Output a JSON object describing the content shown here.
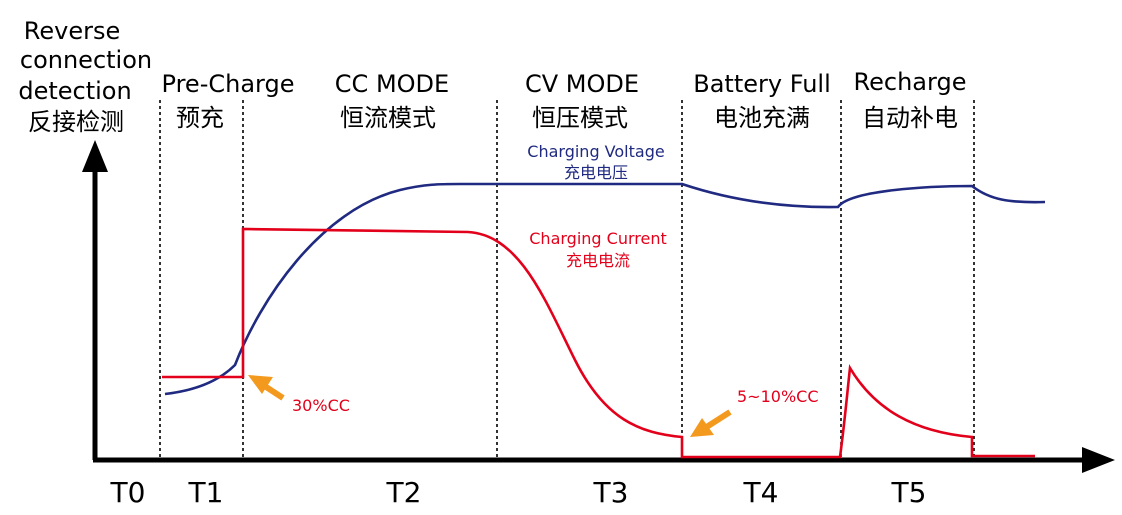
{
  "colors": {
    "voltage": "#1f2a80",
    "current": "#e3001b",
    "arrow": "#f39a1e",
    "axis": "#000000"
  },
  "phases": [
    {
      "en_lines": [
        "Reverse",
        "connection",
        "detection"
      ],
      "zh": "反接检测"
    },
    {
      "en_lines": [
        "Pre-Charge"
      ],
      "zh": "预充"
    },
    {
      "en_lines": [
        "CC MODE"
      ],
      "zh": "恒流模式"
    },
    {
      "en_lines": [
        "CV MODE"
      ],
      "zh": "恒压模式"
    },
    {
      "en_lines": [
        "Battery Full"
      ],
      "zh": "电池充满"
    },
    {
      "en_lines": [
        "Recharge"
      ],
      "zh": "自动补电"
    }
  ],
  "time_labels": [
    "T0",
    "T1",
    "T2",
    "T3",
    "T4",
    "T5"
  ],
  "curves": {
    "voltage": {
      "en": "Charging Voltage",
      "zh": "充电电压"
    },
    "current": {
      "en": "Charging Current",
      "zh": "充电电流"
    }
  },
  "annotations": {
    "precharge_current": "30%CC",
    "termination_current": "5~10%CC"
  }
}
